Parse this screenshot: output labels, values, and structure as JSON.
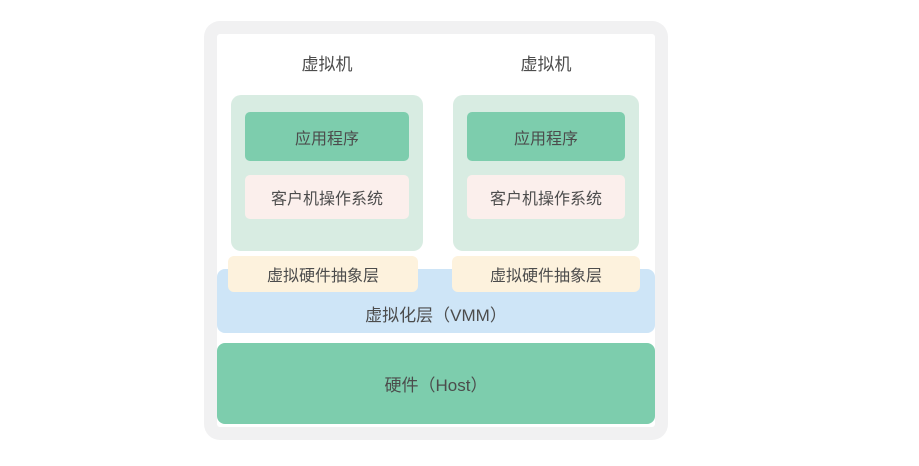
{
  "diagram": {
    "title": "virtualization-architecture",
    "colors": {
      "card_border": "#f1f1f2",
      "card_background": "#ffffff",
      "vm_container": "#d8ece2",
      "application_block": "#7dcdad",
      "guest_os_block": "#fbefec",
      "hal_block": "#fdf2dd",
      "vmm_band": "#cee5f7",
      "hardware_band": "#7dcdad",
      "text": "#4c4c4c"
    },
    "vms": [
      {
        "label": "虚拟机",
        "app": "应用程序",
        "guest_os": "客户机操作系统",
        "hal": "虚拟硬件抽象层"
      },
      {
        "label": "虚拟机",
        "app": "应用程序",
        "guest_os": "客户机操作系统",
        "hal": "虚拟硬件抽象层"
      }
    ],
    "vmm_label": "虚拟化层（VMM）",
    "hardware_label": "硬件（Host）"
  }
}
